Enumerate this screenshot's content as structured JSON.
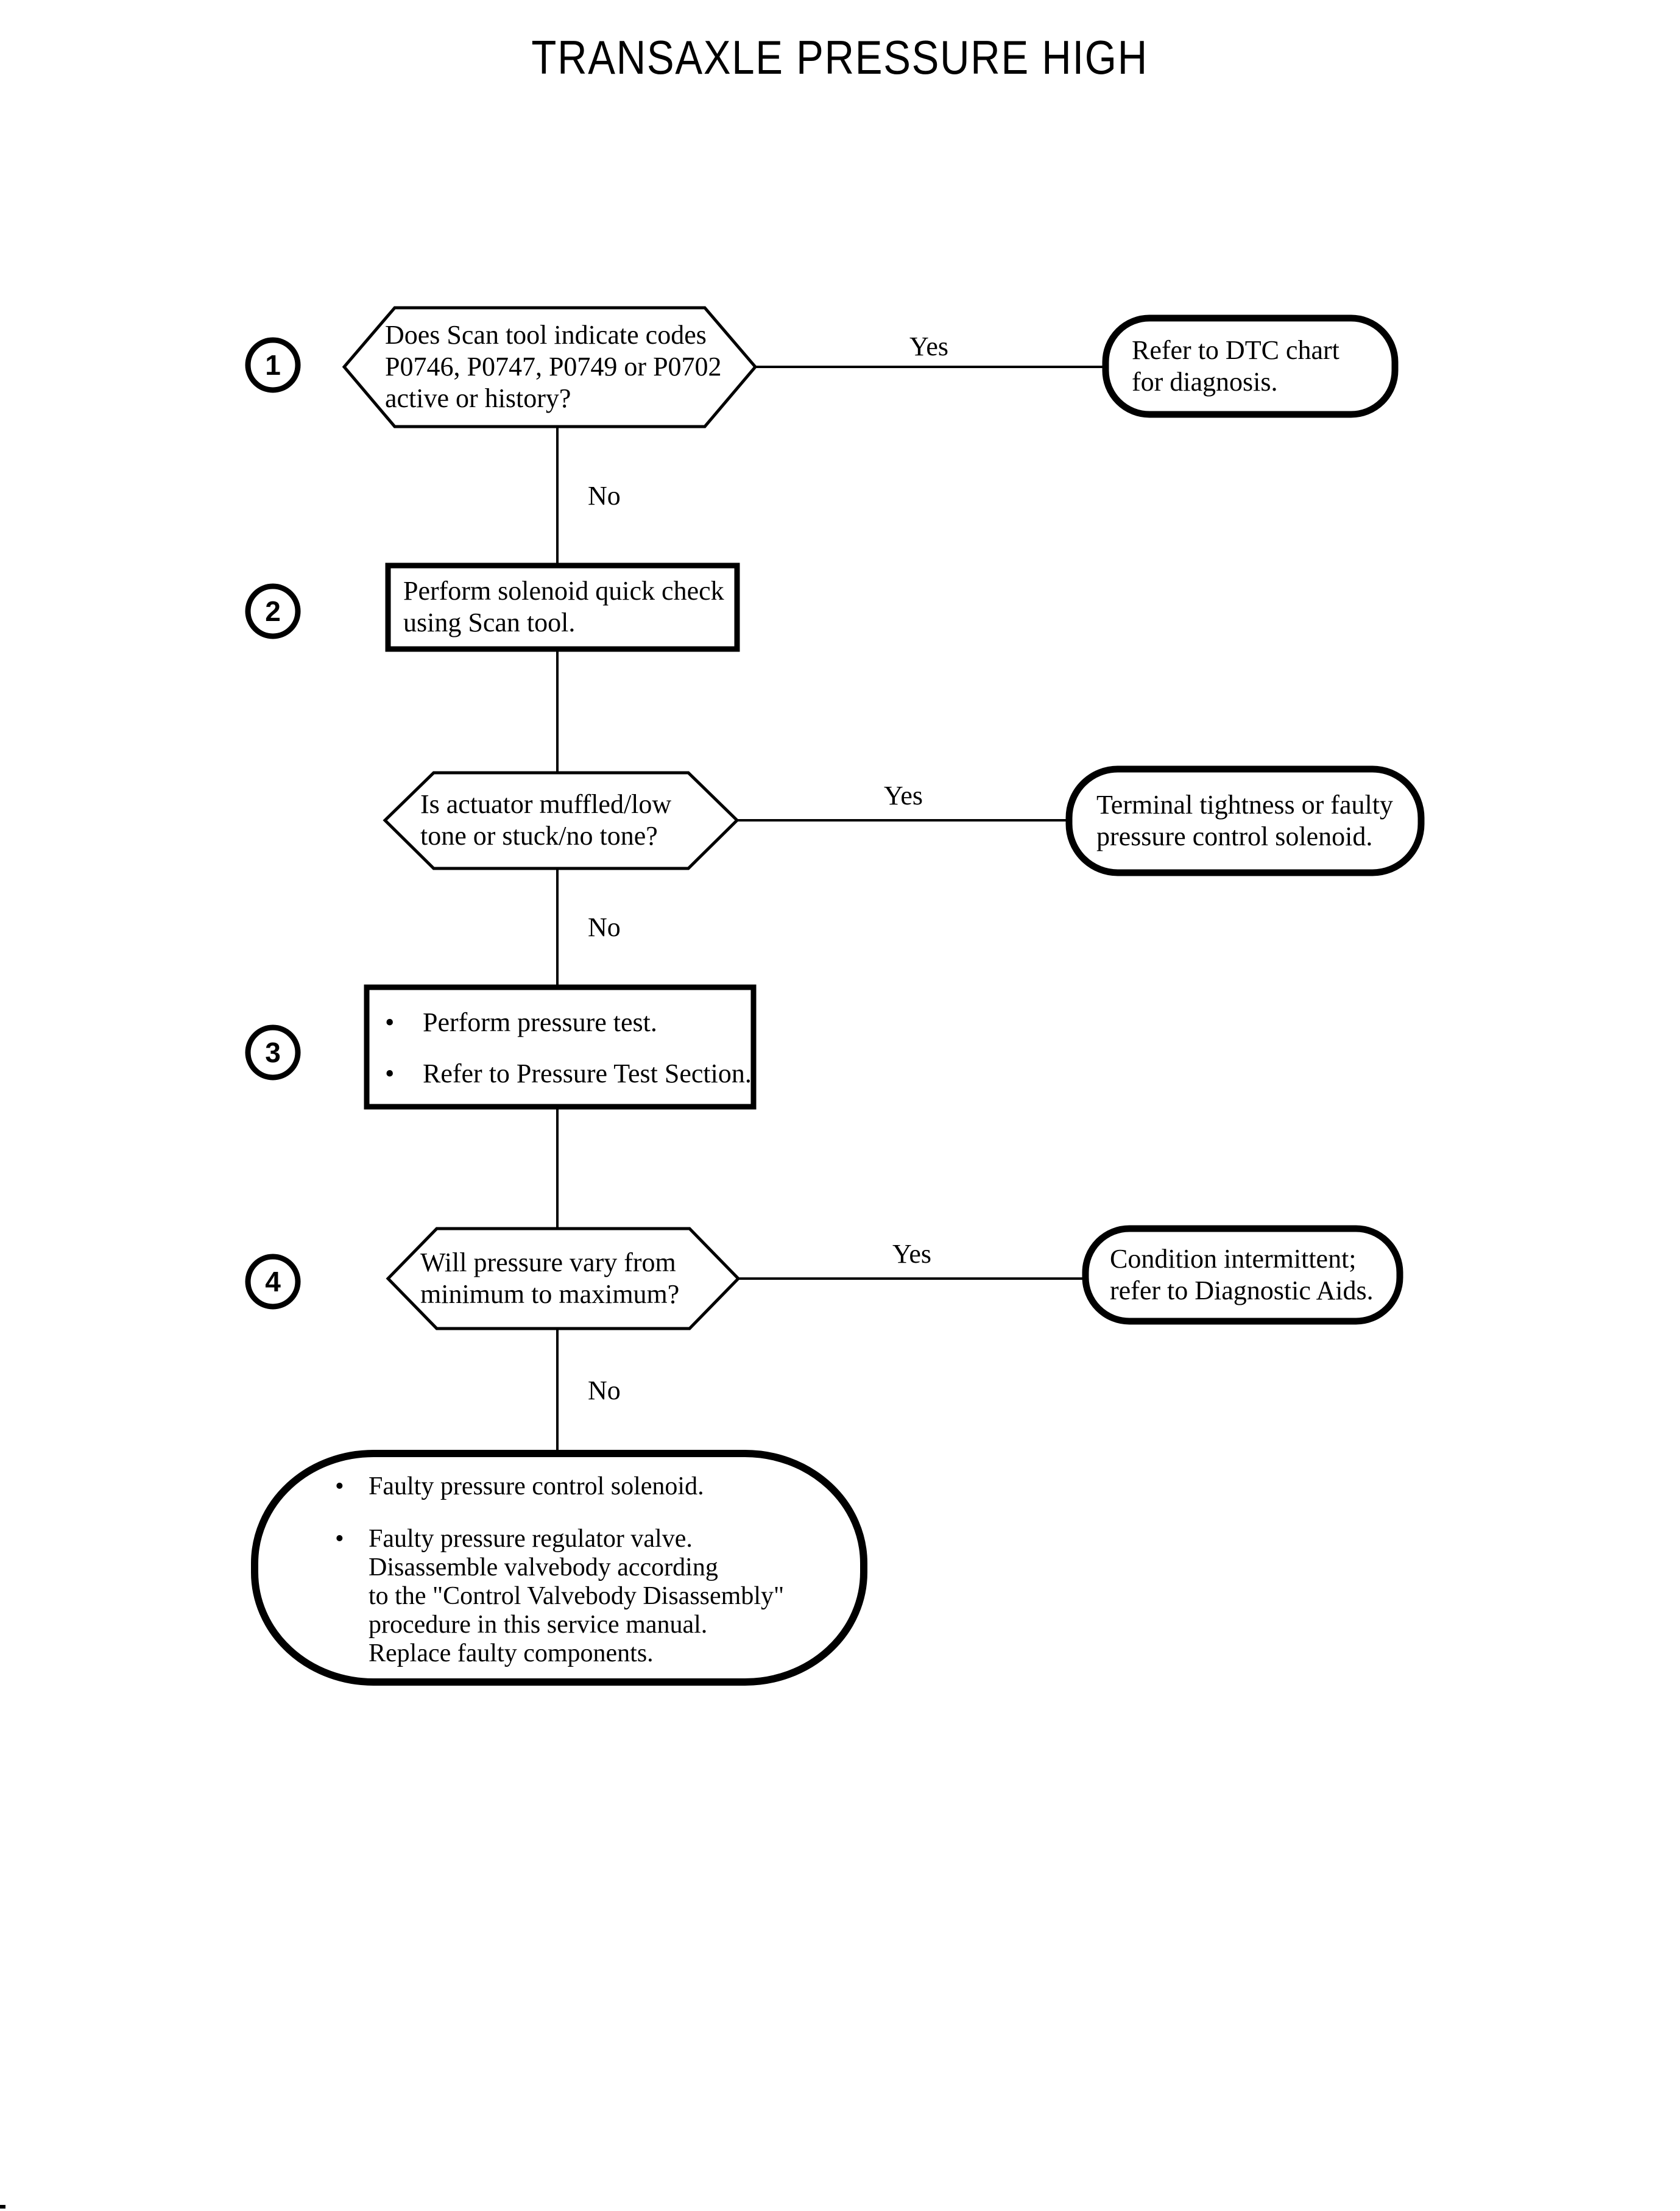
{
  "title": "TRANSAXLE PRESSURE HIGH",
  "colors": {
    "ink": "#000000",
    "background": "#ffffff"
  },
  "bullet_glyph": "•",
  "branch_labels": {
    "yes": "Yes",
    "no": "No"
  },
  "steps": {
    "s1": "1",
    "s2": "2",
    "s3": "3",
    "s4": "4"
  },
  "nodes": {
    "decision_codes": {
      "lines": [
        "Does Scan tool indicate codes",
        "P0746, P0747, P0749 or P0702",
        "active or history?"
      ]
    },
    "action_dtc": {
      "lines": [
        "Refer to DTC chart",
        "for diagnosis."
      ]
    },
    "process_quick_check": {
      "lines": [
        "Perform solenoid quick check",
        "using Scan tool."
      ]
    },
    "decision_actuator": {
      "lines": [
        "Is actuator muffled/low",
        "tone or stuck/no tone?"
      ]
    },
    "action_terminal": {
      "lines": [
        "Terminal tightness or faulty",
        "pressure control solenoid."
      ]
    },
    "process_pressure_test": {
      "bullets": [
        "Perform pressure test.",
        "Refer to Pressure Test Section."
      ]
    },
    "decision_pressure_vary": {
      "lines": [
        "Will pressure vary from",
        "minimum to maximum?"
      ]
    },
    "action_intermittent": {
      "lines": [
        "Condition intermittent;",
        "refer to Diagnostic Aids."
      ]
    },
    "terminal_faulty": {
      "bullet_1": "Faulty pressure control solenoid.",
      "bullet_2_lines": [
        "Faulty pressure regulator valve.",
        "Disassemble valvebody according",
        "to the \"Control Valvebody Disassembly\"",
        "procedure in this service manual.",
        "Replace faulty components."
      ]
    }
  }
}
